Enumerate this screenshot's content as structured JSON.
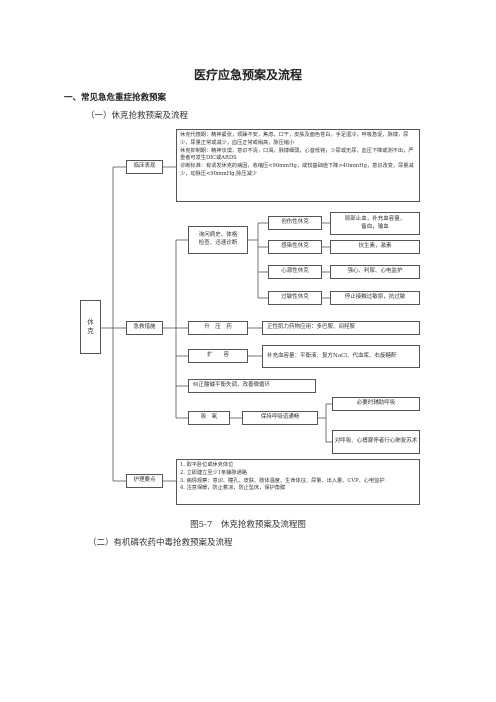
{
  "title": "医疗应急预案及流程",
  "section1": "一、常见急危重症抢救预案",
  "subsection1": "（一）休克抢救预案及流程",
  "flow": {
    "root": "休\n克",
    "clinical_label": "临床表现",
    "clinical_text": "休克代偿期：精神紧张，烦躁不安，焦虑，口干，皮肤及面色苍白，手足湿冷，呼吸急促，脉搏，尿少，尿量正常或减少，血压正常或稍高，脉压缩小\n休克抑制期：精神淡漠，意识不清，口渴，脉搏细弱，心音低钝，少尿或无尿，血压下降或测不出，严重者可发生DIC或ARDS\n诊断标准：有诱发休克的病因，收缩压<90mmHg，或较基础值下降>40mmHg，意识改变，尿量减少，动脉压<90mmHg,脉压减少",
    "rescue_label": "急救措施",
    "assess": "询问病史、体格\n检查、迅速诊断",
    "types": [
      {
        "name": "创伤性休克",
        "action": "局部止血，补充血容量，\n备血，输血"
      },
      {
        "name": "感染性休克",
        "action": "抗生素，激素"
      },
      {
        "name": "心源性休克",
        "action": "强心、利尿、心电监护"
      },
      {
        "name": "过敏性休克",
        "action": "停止接触过敏原，抗过敏"
      }
    ],
    "raise_bp": "升　压　药",
    "raise_bp_action": "正性肌力药物应用：多巴胺、间羟胺",
    "expand": "扩　　容",
    "expand_action": "补充血容量：平衡液、复方NaCl、代血浆、右旋糖酐",
    "acid": "纠正酸碱平衡失调，改善微循环",
    "breath": "吸　氧",
    "airway": "保持呼吸道通畅",
    "airway_actions": [
      "必要时辅助呼吸",
      "对呼吸、心搏骤停者行心肺复苏术"
    ],
    "nursing_label": "护理要点",
    "nursing_text": "1. 取平卧位或休克体位\n2. 立即建立至少1条静脉通路\n3. 病情观察：意识、瞳孔、皮肤、肢体温度、生命体征、尿量、出入量、CVP、心电监护\n4. 注意保暖，防止着凉，防止坠床，保护角膜"
  },
  "caption": "图5-7　休克抢救预案及流程图",
  "subsection2": "（二）有机磷农药中毒抢救预案及流程"
}
